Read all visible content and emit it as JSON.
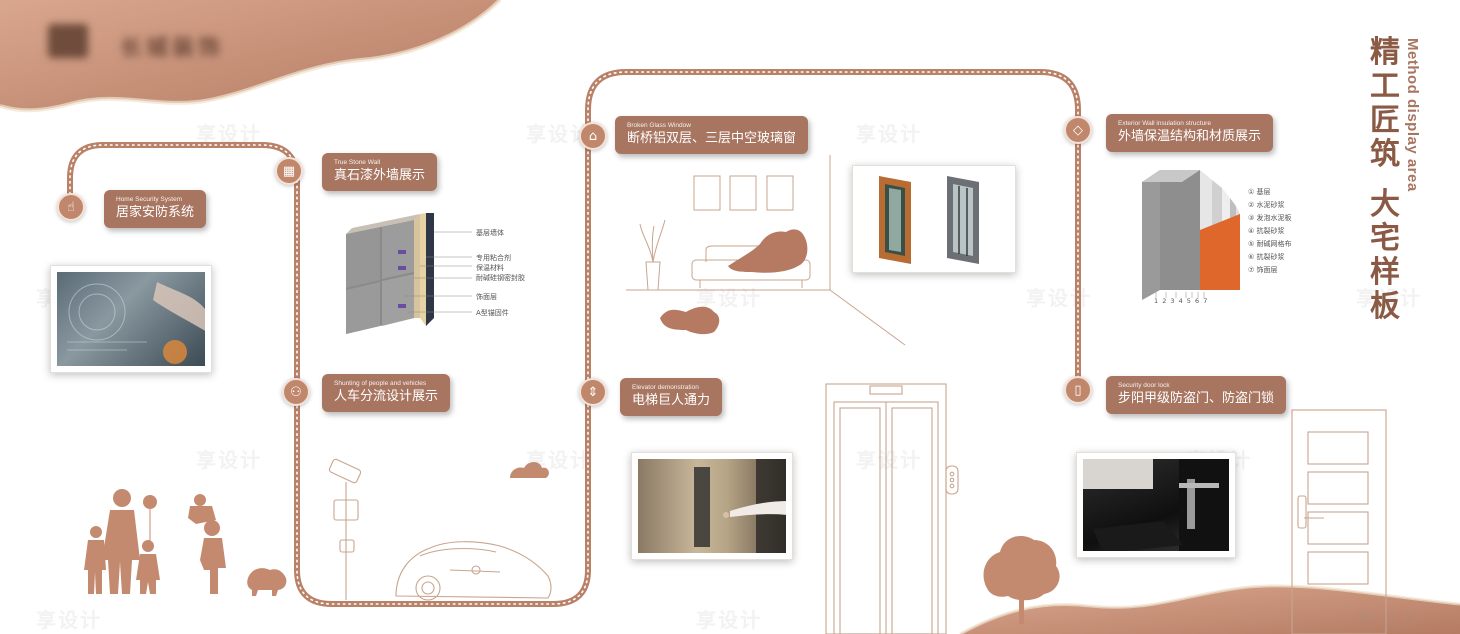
{
  "brand": {
    "logo_text": "长城装饰"
  },
  "title": {
    "main_line1": [
      "精",
      "工",
      "匠",
      "筑"
    ],
    "main_line2": [
      "大",
      "宅",
      "样",
      "板"
    ],
    "english": "Method display area"
  },
  "sections": {
    "home_security": {
      "en": "Home Security System",
      "zh": "居家安防系统"
    },
    "stone_wall": {
      "en": "True Stone Wall",
      "zh": "真石漆外墙展示"
    },
    "shunting": {
      "en": "Shunting of people and vehicles",
      "zh": "人车分流设计展示"
    },
    "glass_window": {
      "en": "Broken Glass Window",
      "zh": "断桥铝双层、三层中空玻璃窗"
    },
    "elevator": {
      "en": "Elevator demonstration",
      "zh": "电梯巨人通力"
    },
    "wall_insulation": {
      "en": "Exterior Wall insulation structure",
      "zh": "外墙保温结构和材质展示"
    },
    "security_door": {
      "en": "Security door lock",
      "zh": "步阳甲级防盗门、防盗门锁"
    }
  },
  "stone_wall_labels": [
    "基层墙体",
    "专用粘合剂",
    "保温材料",
    "耐碱硅钢密封胶",
    "饰面层",
    "A型锚固件"
  ],
  "insulation_legend": [
    "① 基层",
    "② 水泥砂浆",
    "③ 发泡水泥板",
    "④ 抗裂砂浆",
    "⑤ 耐碱网格布",
    "⑥ 抗裂砂浆",
    "⑦ 饰面层"
  ],
  "insulation_numbers": "1  2  3  4 5 6 7",
  "watermark": "享设计",
  "colors": {
    "accent": "#a87560",
    "accent_dark": "#8a5a45",
    "wave": "#c99a82",
    "orange": "#e0672b"
  }
}
